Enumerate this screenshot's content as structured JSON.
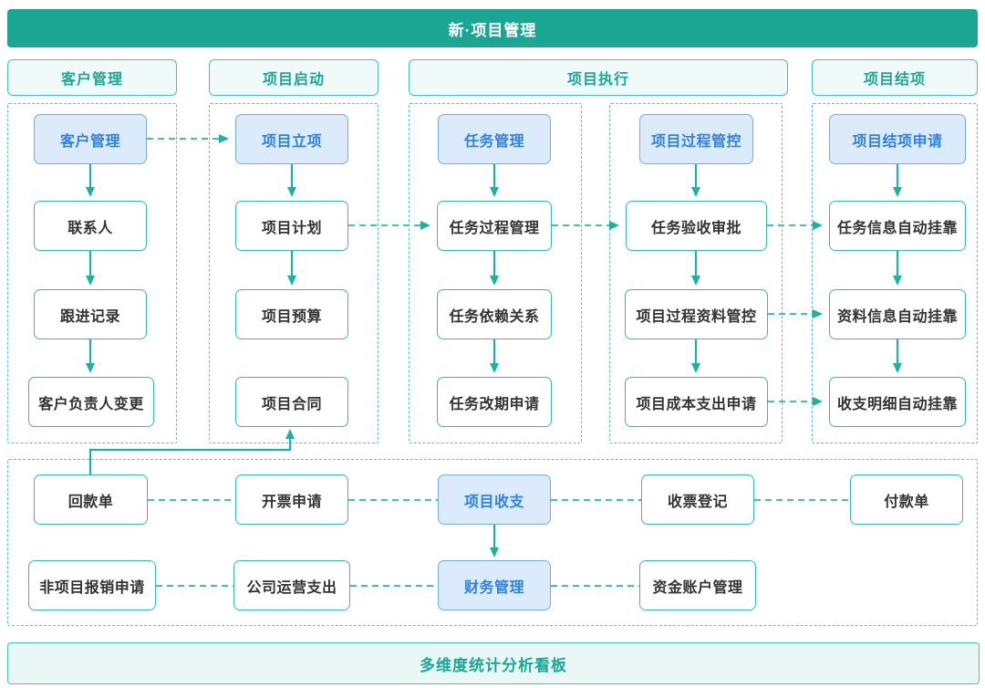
{
  "banner": {
    "title": "新·项目管理"
  },
  "footer": {
    "title": "多维度统计分析看板"
  },
  "columns": [
    {
      "header": "客户管理"
    },
    {
      "header": "项目启动"
    },
    {
      "header": "项目执行"
    },
    {
      "header": "项目结项"
    }
  ],
  "nodes": {
    "customer_mgmt": "客户管理",
    "contact": "联系人",
    "follow_record": "跟进记录",
    "owner_change": "客户负责人变更",
    "project_initiation": "项目立项",
    "project_plan": "项目计划",
    "project_budget": "项目预算",
    "project_contract": "项目合同",
    "task_mgmt": "任务管理",
    "task_process": "任务过程管理",
    "task_dependency": "任务依赖关系",
    "task_reschedule": "任务改期申请",
    "process_control": "项目过程管控",
    "task_acceptance": "任务验收审批",
    "doc_control": "项目过程资料管控",
    "cost_request": "项目成本支出申请",
    "closing_request": "项目结项申请",
    "task_attach": "任务信息自动挂靠",
    "doc_attach": "资料信息自动挂靠",
    "expense_attach": "收支明细自动挂靠",
    "receipt_bill": "回款单",
    "invoice_request": "开票申请",
    "project_income": "项目收支",
    "ticket_register": "收票登记",
    "payment_bill": "付款单",
    "nonproject_reimburse": "非项目报销申请",
    "operating_expense": "公司运营支出",
    "finance_mgmt": "财务管理",
    "fund_account": "资金账户管理"
  },
  "edges": {
    "solid": [
      [
        "客户管理",
        "联系人"
      ],
      [
        "联系人",
        "跟进记录"
      ],
      [
        "跟进记录",
        "客户负责人变更"
      ],
      [
        "项目立项",
        "项目计划"
      ],
      [
        "项目计划",
        "项目预算"
      ],
      [
        "任务管理",
        "任务过程管理"
      ],
      [
        "任务过程管理",
        "任务依赖关系"
      ],
      [
        "任务依赖关系",
        "任务改期申请"
      ],
      [
        "项目过程管控",
        "任务验收审批"
      ],
      [
        "任务验收审批",
        "项目过程资料管控"
      ],
      [
        "项目过程资料管控",
        "项目成本支出申请"
      ],
      [
        "项目结项申请",
        "任务信息自动挂靠"
      ],
      [
        "任务信息自动挂靠",
        "资料信息自动挂靠"
      ],
      [
        "资料信息自动挂靠",
        "收支明细自动挂靠"
      ],
      [
        "项目收支",
        "财务管理"
      ],
      [
        "回款单",
        "项目合同"
      ]
    ],
    "dashed_arrows": [
      [
        "客户管理",
        "项目立项"
      ],
      [
        "项目计划",
        "任务过程管理"
      ],
      [
        "任务过程管理",
        "任务验收审批"
      ],
      [
        "任务验收审批",
        "任务信息自动挂靠"
      ],
      [
        "项目过程资料管控",
        "资料信息自动挂靠"
      ],
      [
        "项目成本支出申请",
        "收支明细自动挂靠"
      ]
    ],
    "dashed_links": [
      [
        "回款单",
        "开票申请"
      ],
      [
        "开票申请",
        "项目收支"
      ],
      [
        "项目收支",
        "收票登记"
      ],
      [
        "收票登记",
        "付款单"
      ],
      [
        "非项目报销申请",
        "公司运营支出"
      ],
      [
        "公司运营支出",
        "财务管理"
      ],
      [
        "财务管理",
        "资金账户管理"
      ]
    ]
  },
  "colors": {
    "banner_bg": "#19a794",
    "teal_text": "#1ca795",
    "teal_border": "#2fbfae",
    "lane_border": "#4cc9b8",
    "arrow": "#1cb2a2",
    "dashed": "#3cc4b3",
    "blue_bg": "#dcebfc",
    "blue_border": "#74abe9",
    "blue_text": "#2e81e8",
    "node_text": "#333333"
  }
}
